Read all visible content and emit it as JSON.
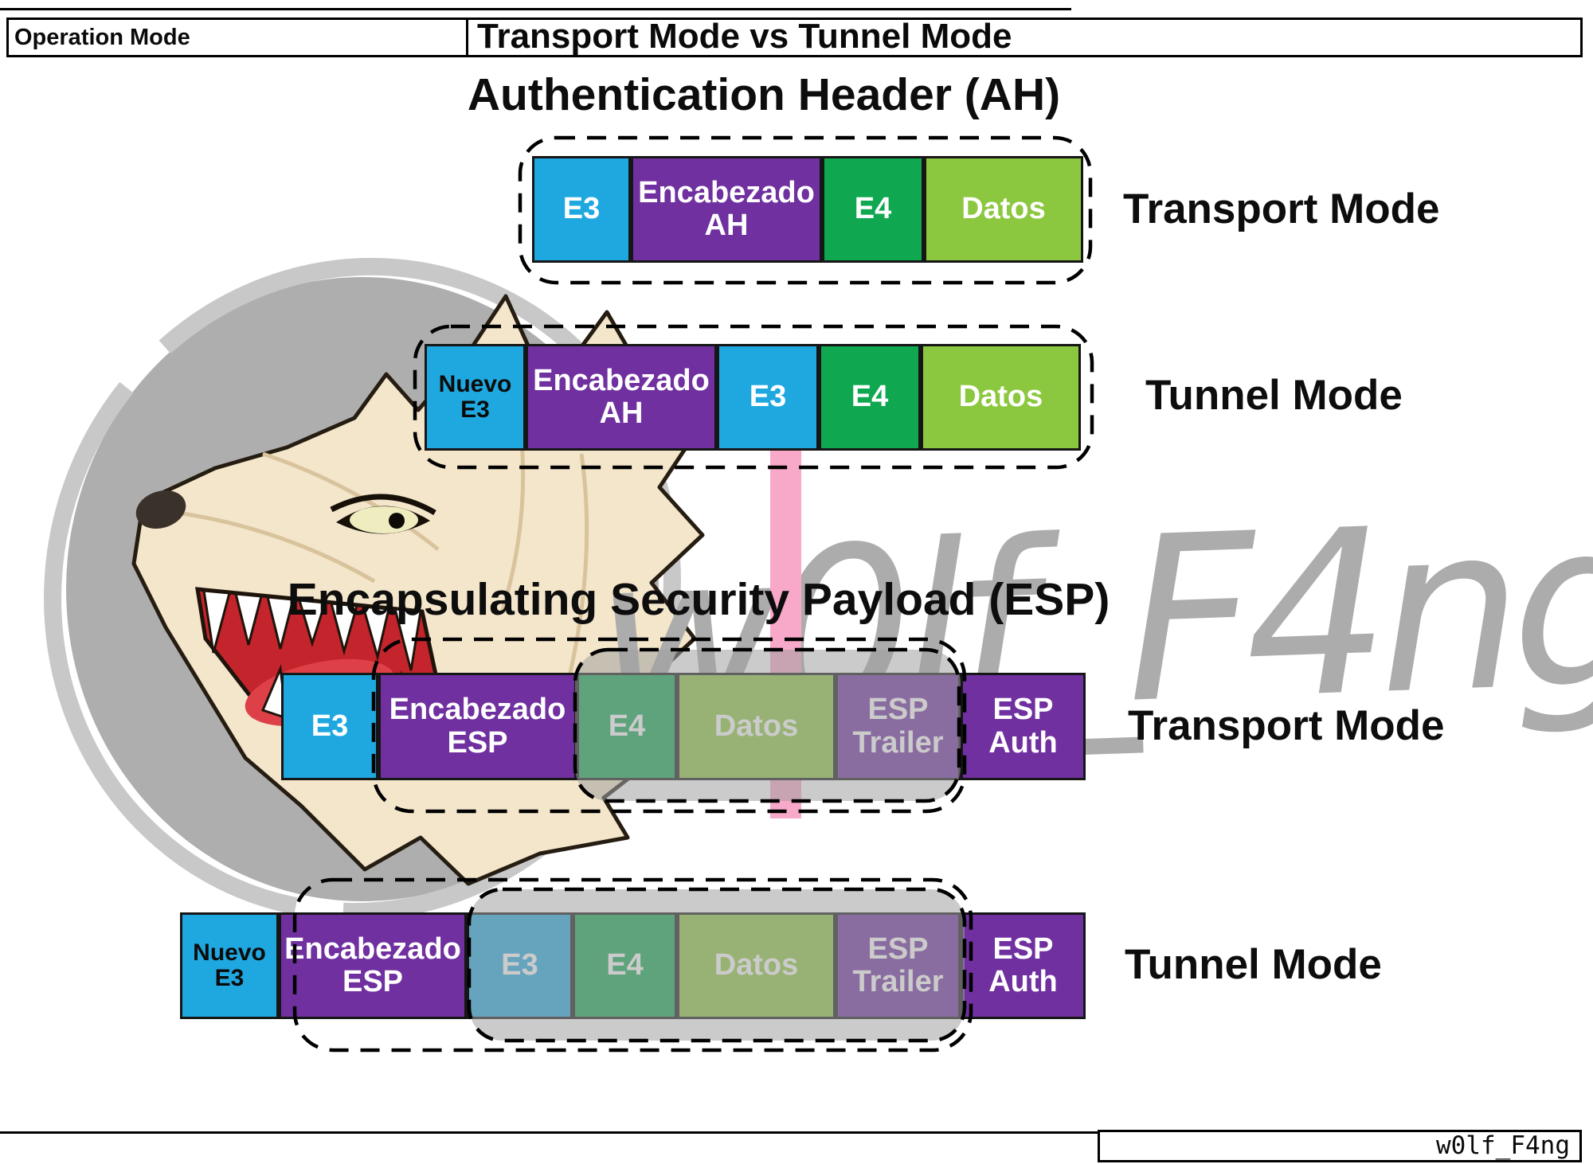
{
  "header": {
    "left_label": "Operation Mode",
    "title": "Transport Mode vs Tunnel Mode"
  },
  "ah": {
    "heading": "Authentication Header (AH)",
    "transport": {
      "label": "Transport Mode",
      "blocks": [
        "E3",
        "Encabezado AH",
        "E4",
        "Datos"
      ]
    },
    "tunnel": {
      "label": "Tunnel Mode",
      "blocks": [
        "Nuevo E3",
        "Encabezado AH",
        "E3",
        "E4",
        "Datos"
      ]
    }
  },
  "esp": {
    "heading": "Encapsulating Security Payload (ESP)",
    "transport": {
      "label": "Transport Mode",
      "blocks": [
        "E3",
        "Encabezado ESP",
        "E4",
        "Datos",
        "ESP Trailer",
        "ESP Auth"
      ]
    },
    "tunnel": {
      "label": "Tunnel Mode",
      "blocks": [
        "Nuevo E3",
        "Encabezado ESP",
        "E3",
        "E4",
        "Datos",
        "ESP Trailer",
        "ESP Auth"
      ]
    }
  },
  "watermark": {
    "text": "w0lf_F4ng"
  },
  "footer": {
    "signature": "w0lf_F4ng"
  },
  "colors": {
    "cyan": "#1FA8E0",
    "purple": "#7030A0",
    "green": "#0FA750",
    "light_green": "#8CC83F",
    "pink_band": "#F8A8C8",
    "overlay_grey": "#A0A0A0",
    "watermark_grey": "#ACACAC"
  }
}
